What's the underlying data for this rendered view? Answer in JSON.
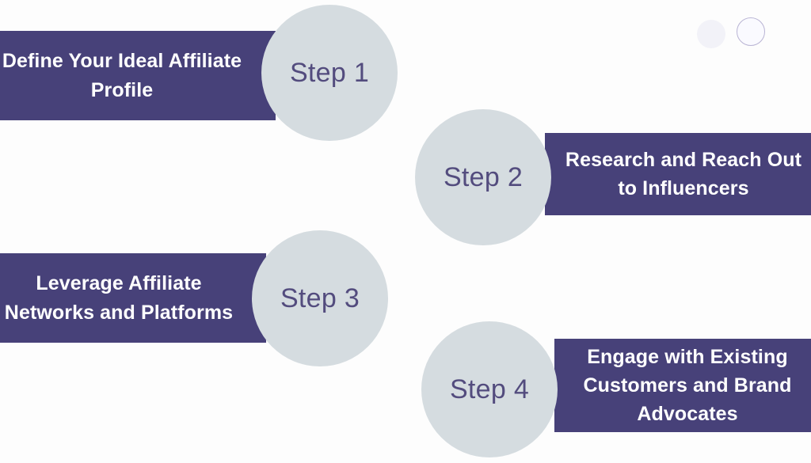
{
  "theme": {
    "background": "#fdfdfd",
    "bar_color": "#474179",
    "bar_text_color": "#ffffff",
    "circle_color": "#d5dce0",
    "circle_text_color": "#534c7e",
    "deco_fill_color": "#f2f2f8",
    "deco_outline_color": "#b9b4d4"
  },
  "steps": [
    {
      "badge": "Step 1",
      "label": "Define Your Ideal Affiliate Profile",
      "side": "left"
    },
    {
      "badge": "Step 2",
      "label": "Research and Reach Out to Influencers",
      "side": "right"
    },
    {
      "badge": "Step 3",
      "label": "Leverage Affiliate Networks and Platforms",
      "side": "left"
    },
    {
      "badge": "Step 4",
      "label": "Engage with Existing Customers and Brand Advocates",
      "side": "right"
    }
  ],
  "decorations": [
    {
      "name": "filled-dot",
      "style": "filled"
    },
    {
      "name": "outlined-dot",
      "style": "outlined"
    }
  ]
}
